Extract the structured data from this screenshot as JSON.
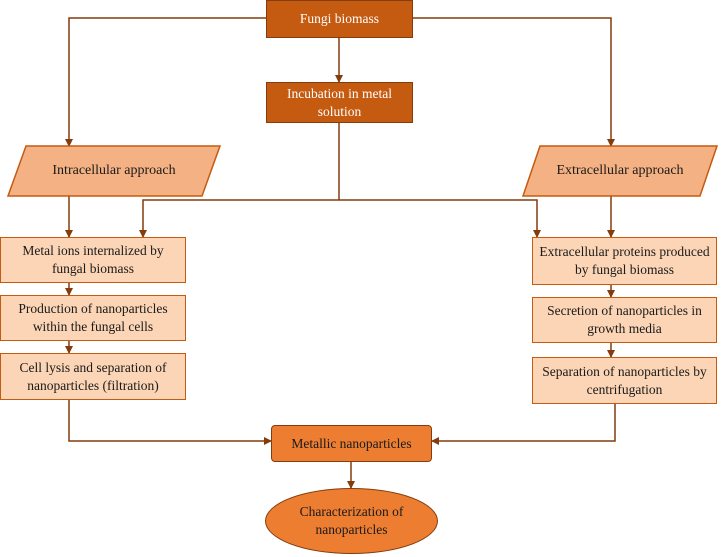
{
  "nodes": {
    "fungi_biomass": "Fungi biomass",
    "incubation": "Incubation in metal solution",
    "intracellular": "Intracellular approach",
    "extracellular": "Extracellular approach",
    "metal_ions": "Metal ions internalized by fungal biomass",
    "production": "Production of nanoparticles within the fungal cells",
    "cell_lysis": "Cell lysis and separation of nanoparticles (filtration)",
    "extracellular_proteins": "Extracellular proteins produced by fungal biomass",
    "secretion": "Secretion of nanoparticles in growth media",
    "separation_centrifugation": "Separation of nanoparticles by centrifugation",
    "metallic_nanoparticles": "Metallic nanoparticles",
    "characterization": "Characterization of nanoparticles"
  },
  "colors": {
    "dark_box": "#c55a11",
    "light_box": "#fbd5b5",
    "parallelogram": "#f4b183",
    "result_box": "#ed7d31",
    "connector": "#843c0c"
  }
}
